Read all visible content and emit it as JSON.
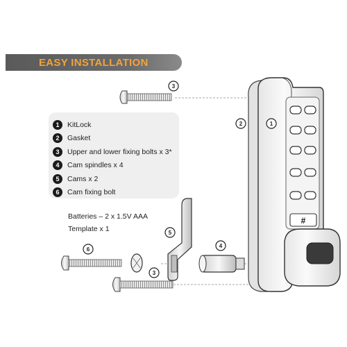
{
  "banner": {
    "title": "EASY INSTALLATION"
  },
  "parts": [
    {
      "num": "1",
      "label": "KitLock"
    },
    {
      "num": "2",
      "label": "Gasket"
    },
    {
      "num": "3",
      "label": "Upper and lower fixing bolts x 3*"
    },
    {
      "num": "4",
      "label": "Cam spindles x 4"
    },
    {
      "num": "5",
      "label": "Cams x 2"
    },
    {
      "num": "6",
      "label": "Cam fixing bolt"
    }
  ],
  "extras": {
    "batteries": "Batteries – 2 x 1.5V AAA",
    "template": "Template x 1"
  },
  "callouts": {
    "bolt_top": "3",
    "gasket": "2",
    "lock": "1",
    "cam": "5",
    "spindle": "4",
    "cam_bolt": "6",
    "bolt_bottom": "3"
  },
  "keypad": {
    "hash_key": "#"
  },
  "colors": {
    "banner_bg": "#5a5a5a",
    "banner_text": "#f2a33a",
    "badge": "#1b1b1b"
  }
}
